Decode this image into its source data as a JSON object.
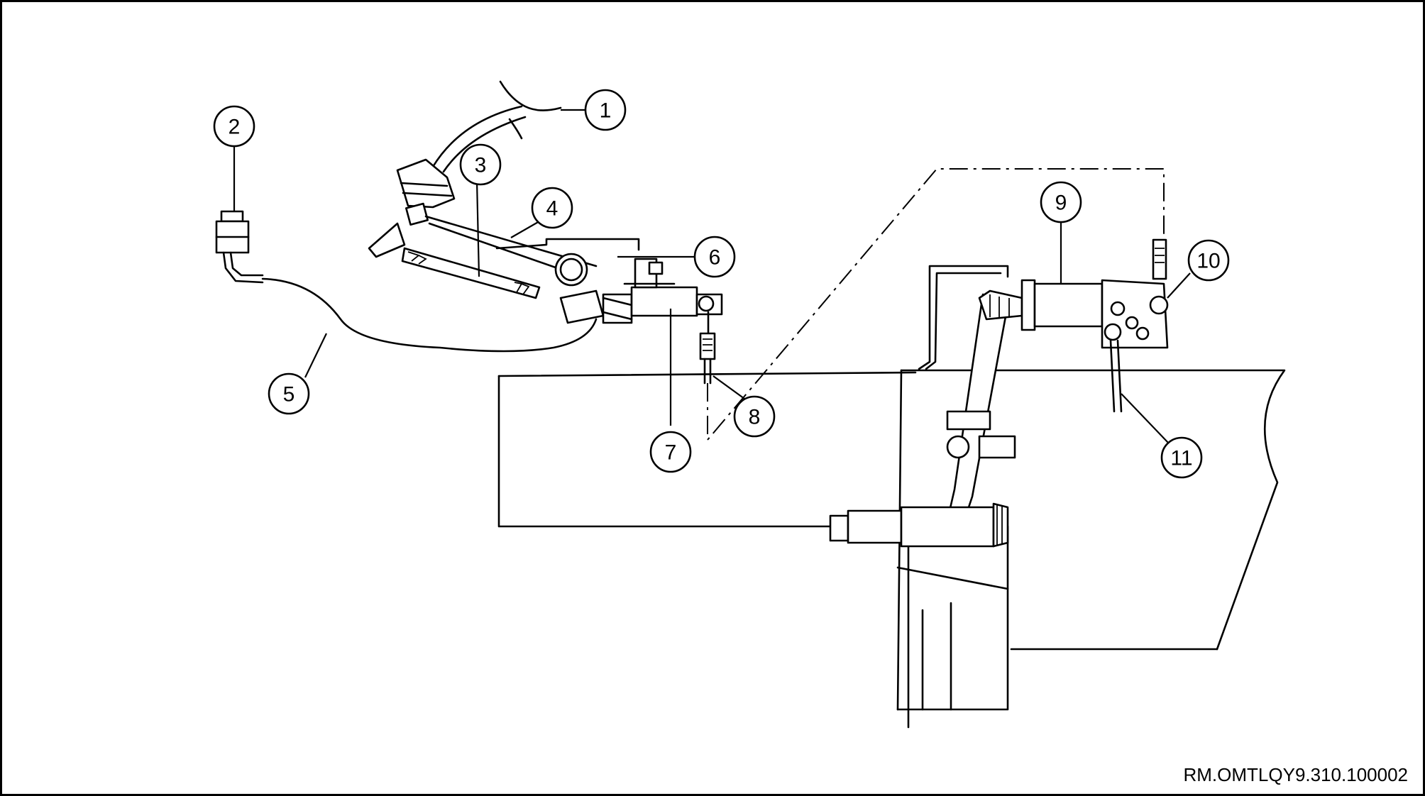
{
  "diagram": {
    "reference_code": "RM.OMTLQY9.310.100002",
    "callouts": [
      "1",
      "2",
      "3",
      "4",
      "5",
      "6",
      "7",
      "8",
      "9",
      "10",
      "11"
    ]
  },
  "colors": {
    "line": "#000000",
    "background": "#ffffff"
  }
}
